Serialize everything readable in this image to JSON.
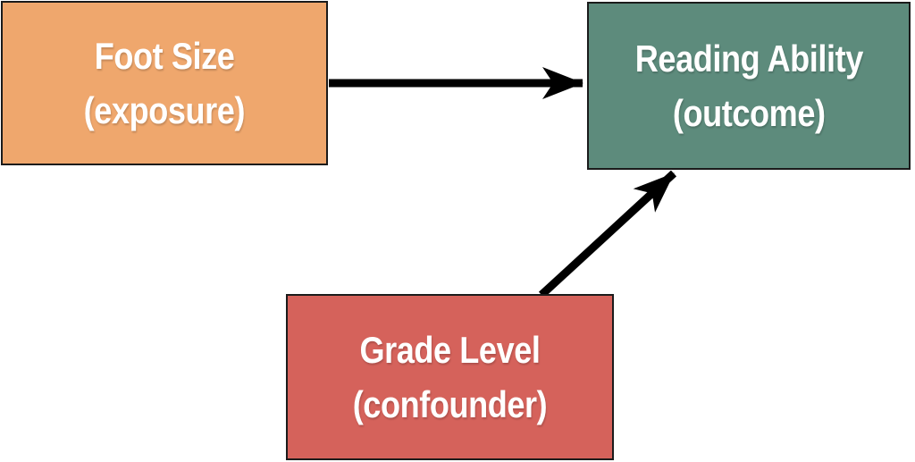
{
  "diagram": {
    "type": "causal-dag",
    "background_color": "#ffffff",
    "border_color": "#1b1b1b",
    "arrow_color": "#000000",
    "text_color": "#ffffff",
    "nodes": [
      {
        "id": "exposure",
        "label": "Foot Size",
        "sublabel": "(exposure)",
        "color": "#efa76d"
      },
      {
        "id": "outcome",
        "label": "Reading Ability",
        "sublabel": "(outcome)",
        "color": "#5d8b7c"
      },
      {
        "id": "confounder",
        "label": "Grade Level",
        "sublabel": "(confounder)",
        "color": "#d5625b"
      }
    ],
    "edges": [
      {
        "from": "exposure",
        "to": "outcome"
      },
      {
        "from": "confounder",
        "to": "outcome"
      }
    ]
  }
}
